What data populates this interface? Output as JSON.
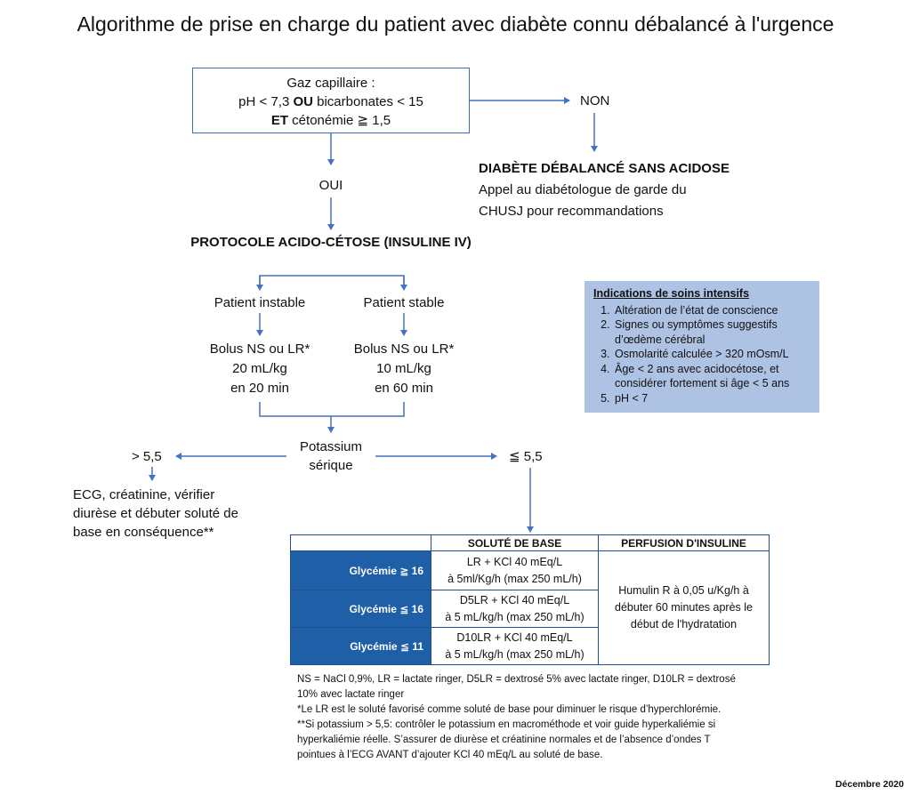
{
  "title": "Algorithme de prise en charge du patient avec diabète connu débalancé à l'urgence",
  "gaz": {
    "line1": "Gaz capillaire :",
    "line2_pre": "pH < 7,3 ",
    "line2_bold": "OU",
    "line2_post": " bicarbonates  < 15",
    "line3_bold": "ET",
    "line3_post": " cétonémie ≧ 1,5"
  },
  "non": "NON",
  "oui": "OUI",
  "sans_acidose": {
    "title": "DIABÈTE DÉBALANCÉ SANS ACIDOSE",
    "line1": "Appel au diabétologue de garde du",
    "line2": "CHUSJ pour recommandations"
  },
  "protocole": "PROTOCOLE ACIDO-CÉTOSE (INSULINE IV)",
  "instable": {
    "label": "Patient instable",
    "bolus1": "Bolus NS ou LR*",
    "bolus2": "20 mL/kg",
    "bolus3": "en 20 min"
  },
  "stable": {
    "label": "Patient stable",
    "bolus1": "Bolus NS ou LR*",
    "bolus2": "10 mL/kg",
    "bolus3": "en 60 min"
  },
  "potassium": {
    "line1": "Potassium",
    "line2": "sérique"
  },
  "k_high": "> 5,5",
  "k_low": "≦ 5,5",
  "ecg": {
    "line1": "ECG, créatinine, vérifier",
    "line2": "diurèse et débuter soluté de",
    "line3": "base en conséquence**"
  },
  "icu": {
    "title": "Indications de soins intensifs",
    "items": [
      "Altération de l’état de conscience",
      "Signes ou symptômes suggestifs d’œdème cérébral",
      "Osmolarité calculée > 320 mOsm/L",
      "Âge < 2 ans avec acidocétose, et considérer fortement si âge < 5 ans",
      "pH < 7"
    ]
  },
  "table": {
    "header_solute": "SOLUTÉ DE BASE",
    "header_perfusion": "PERFUSION D'INSULINE",
    "rows": [
      {
        "glyc": "Glycémie ≧ 16",
        "sol1": "LR + KCl 40 mEq/L",
        "sol2": "à 5ml/Kg/h (max 250 mL/h)"
      },
      {
        "glyc": "Glycémie ≦ 16",
        "sol1": "D5LR + KCl 40 mEq/L",
        "sol2": "à 5 mL/kg/h (max 250 mL/h)"
      },
      {
        "glyc": "Glycémie ≦ 11",
        "sol1": "D10LR + KCl 40 mEq/L",
        "sol2": "à 5 mL/kg/h (max 250 mL/h)"
      }
    ],
    "perfusion1": "Humulin R à 0,05 u/Kg/h à",
    "perfusion2": "débuter 60 minutes après le",
    "perfusion3": "début de l'hydratation"
  },
  "notes": {
    "n1": "NS = NaCl 0,9%, LR = lactate ringer, D5LR = dextrosé 5% avec lactate ringer, D10LR = dextrosé",
    "n2": "10% avec lactate ringer",
    "n3": "*Le LR est le soluté favorisé comme soluté de base pour diminuer le risque d’hyperchlorémie.",
    "n4": "**Si potassium > 5,5: contrôler le potassium en macrométhode et voir guide hyperkaliémie si",
    "n5": "hyperkaliémie réelle. S’assurer de diurèse et créatinine normales et de l’absence d’ondes T",
    "n6": "pointues à l’ECG AVANT d’ajouter KCl 40 mEq/L au soluté de base."
  },
  "date": "Décembre 2020",
  "colors": {
    "line": "#4472c4",
    "table_border": "#1f4f8c",
    "table_fill": "#1f5fa8",
    "icu_fill": "#aec2e3"
  }
}
